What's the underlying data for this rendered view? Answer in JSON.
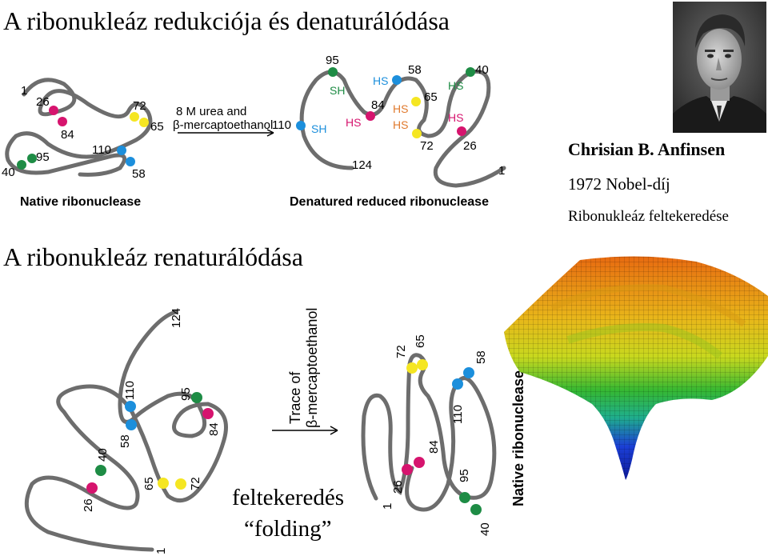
{
  "titles": {
    "reduction": "A ribonukleáz redukciója és denaturálódása",
    "renaturation": "A ribonukleáz renaturálódása"
  },
  "scientist": {
    "name": "Chrisian B. Anfinsen",
    "award": "1972 Nobel-díj",
    "topic": "Ribonukleáz feltekeredése"
  },
  "top_diagram": {
    "native_caption": "Native ribonuclease",
    "denatured_caption": "Denatured reduced ribonuclease",
    "reagent_line1": "8 M urea and",
    "reagent_line2": "β-mercaptoethanol",
    "native_labels": [
      "1",
      "26",
      "84",
      "72",
      "65",
      "95",
      "110",
      "40",
      "58"
    ],
    "denatured_labels": [
      "95",
      "SH",
      "58",
      "40",
      "HS",
      "HS",
      "65",
      "110",
      "SH",
      "84",
      "HS",
      "HS",
      "HS",
      "72",
      "26",
      "HS",
      "124",
      "1"
    ]
  },
  "bottom_diagram": {
    "reagent_line1": "Trace of",
    "reagent_line2": "β-mercaptoethanol",
    "native_caption": "Native ribonuclease",
    "unfolded_labels": [
      "124",
      "110",
      "95",
      "84",
      "58",
      "40",
      "26",
      "65",
      "72",
      "1"
    ],
    "folded_labels": [
      "72",
      "65",
      "58",
      "110",
      "84",
      "26",
      "95",
      "40",
      "1"
    ],
    "folding_hu": "feltekeredés",
    "folding_en": "“folding”"
  },
  "colors": {
    "chain": "#6d6d6d",
    "cys_26_84": "#d6146e",
    "cys_40_95": "#1e8c45",
    "cys_65_72": "#f5e622",
    "cys_58_110": "#1c8fdc",
    "sh_green": "#1e8c45",
    "sh_blue": "#1c8fdc",
    "sh_magenta": "#d6146e",
    "sh_orange": "#e07a2e"
  },
  "landscape": {
    "description_icon": "energy-landscape-funnel"
  }
}
